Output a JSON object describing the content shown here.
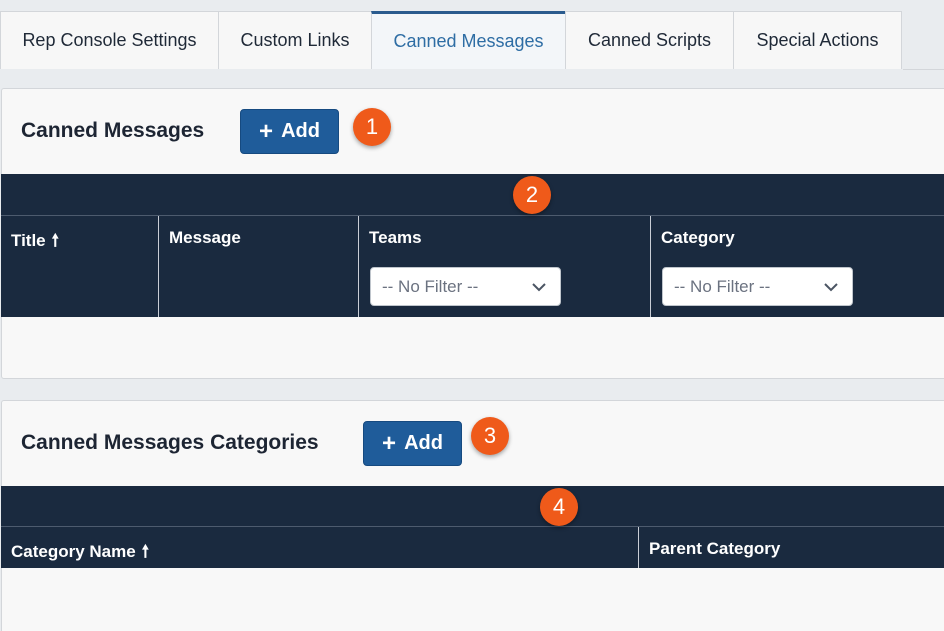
{
  "tabs": [
    {
      "label": "Rep Console Settings",
      "active": false
    },
    {
      "label": "Custom Links",
      "active": false
    },
    {
      "label": "Canned Messages",
      "active": true
    },
    {
      "label": "Canned Scripts",
      "active": false
    },
    {
      "label": "Special Actions",
      "active": false
    }
  ],
  "messages": {
    "title": "Canned Messages",
    "add_label": "Add",
    "badge_add": "1",
    "badge_table": "2",
    "columns": {
      "title": "Title",
      "message": "Message",
      "teams": "Teams",
      "category": "Category"
    },
    "sort_arrow": "🠕",
    "teams_filter": "-- No Filter --",
    "category_filter": "-- No Filter --"
  },
  "categories": {
    "title": "Canned Messages Categories",
    "add_label": "Add",
    "badge_add": "3",
    "badge_table": "4",
    "columns": {
      "category_name": "Category Name",
      "parent_category": "Parent Category"
    },
    "sort_arrow": "🠕"
  },
  "colors": {
    "accent": "#1f5c9a",
    "header_dark": "#1a2a3f",
    "badge": "#ef5a1a"
  }
}
